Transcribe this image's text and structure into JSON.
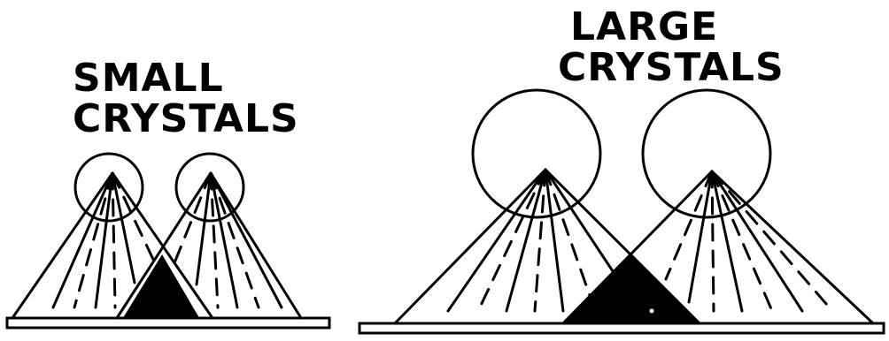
{
  "small_crystals": {
    "label_line1": "SMALL",
    "label_line2": "CRYSTALS"
  },
  "large_crystals": {
    "label_line1": "LARGE",
    "label_line2": "CRYSTALS"
  }
}
